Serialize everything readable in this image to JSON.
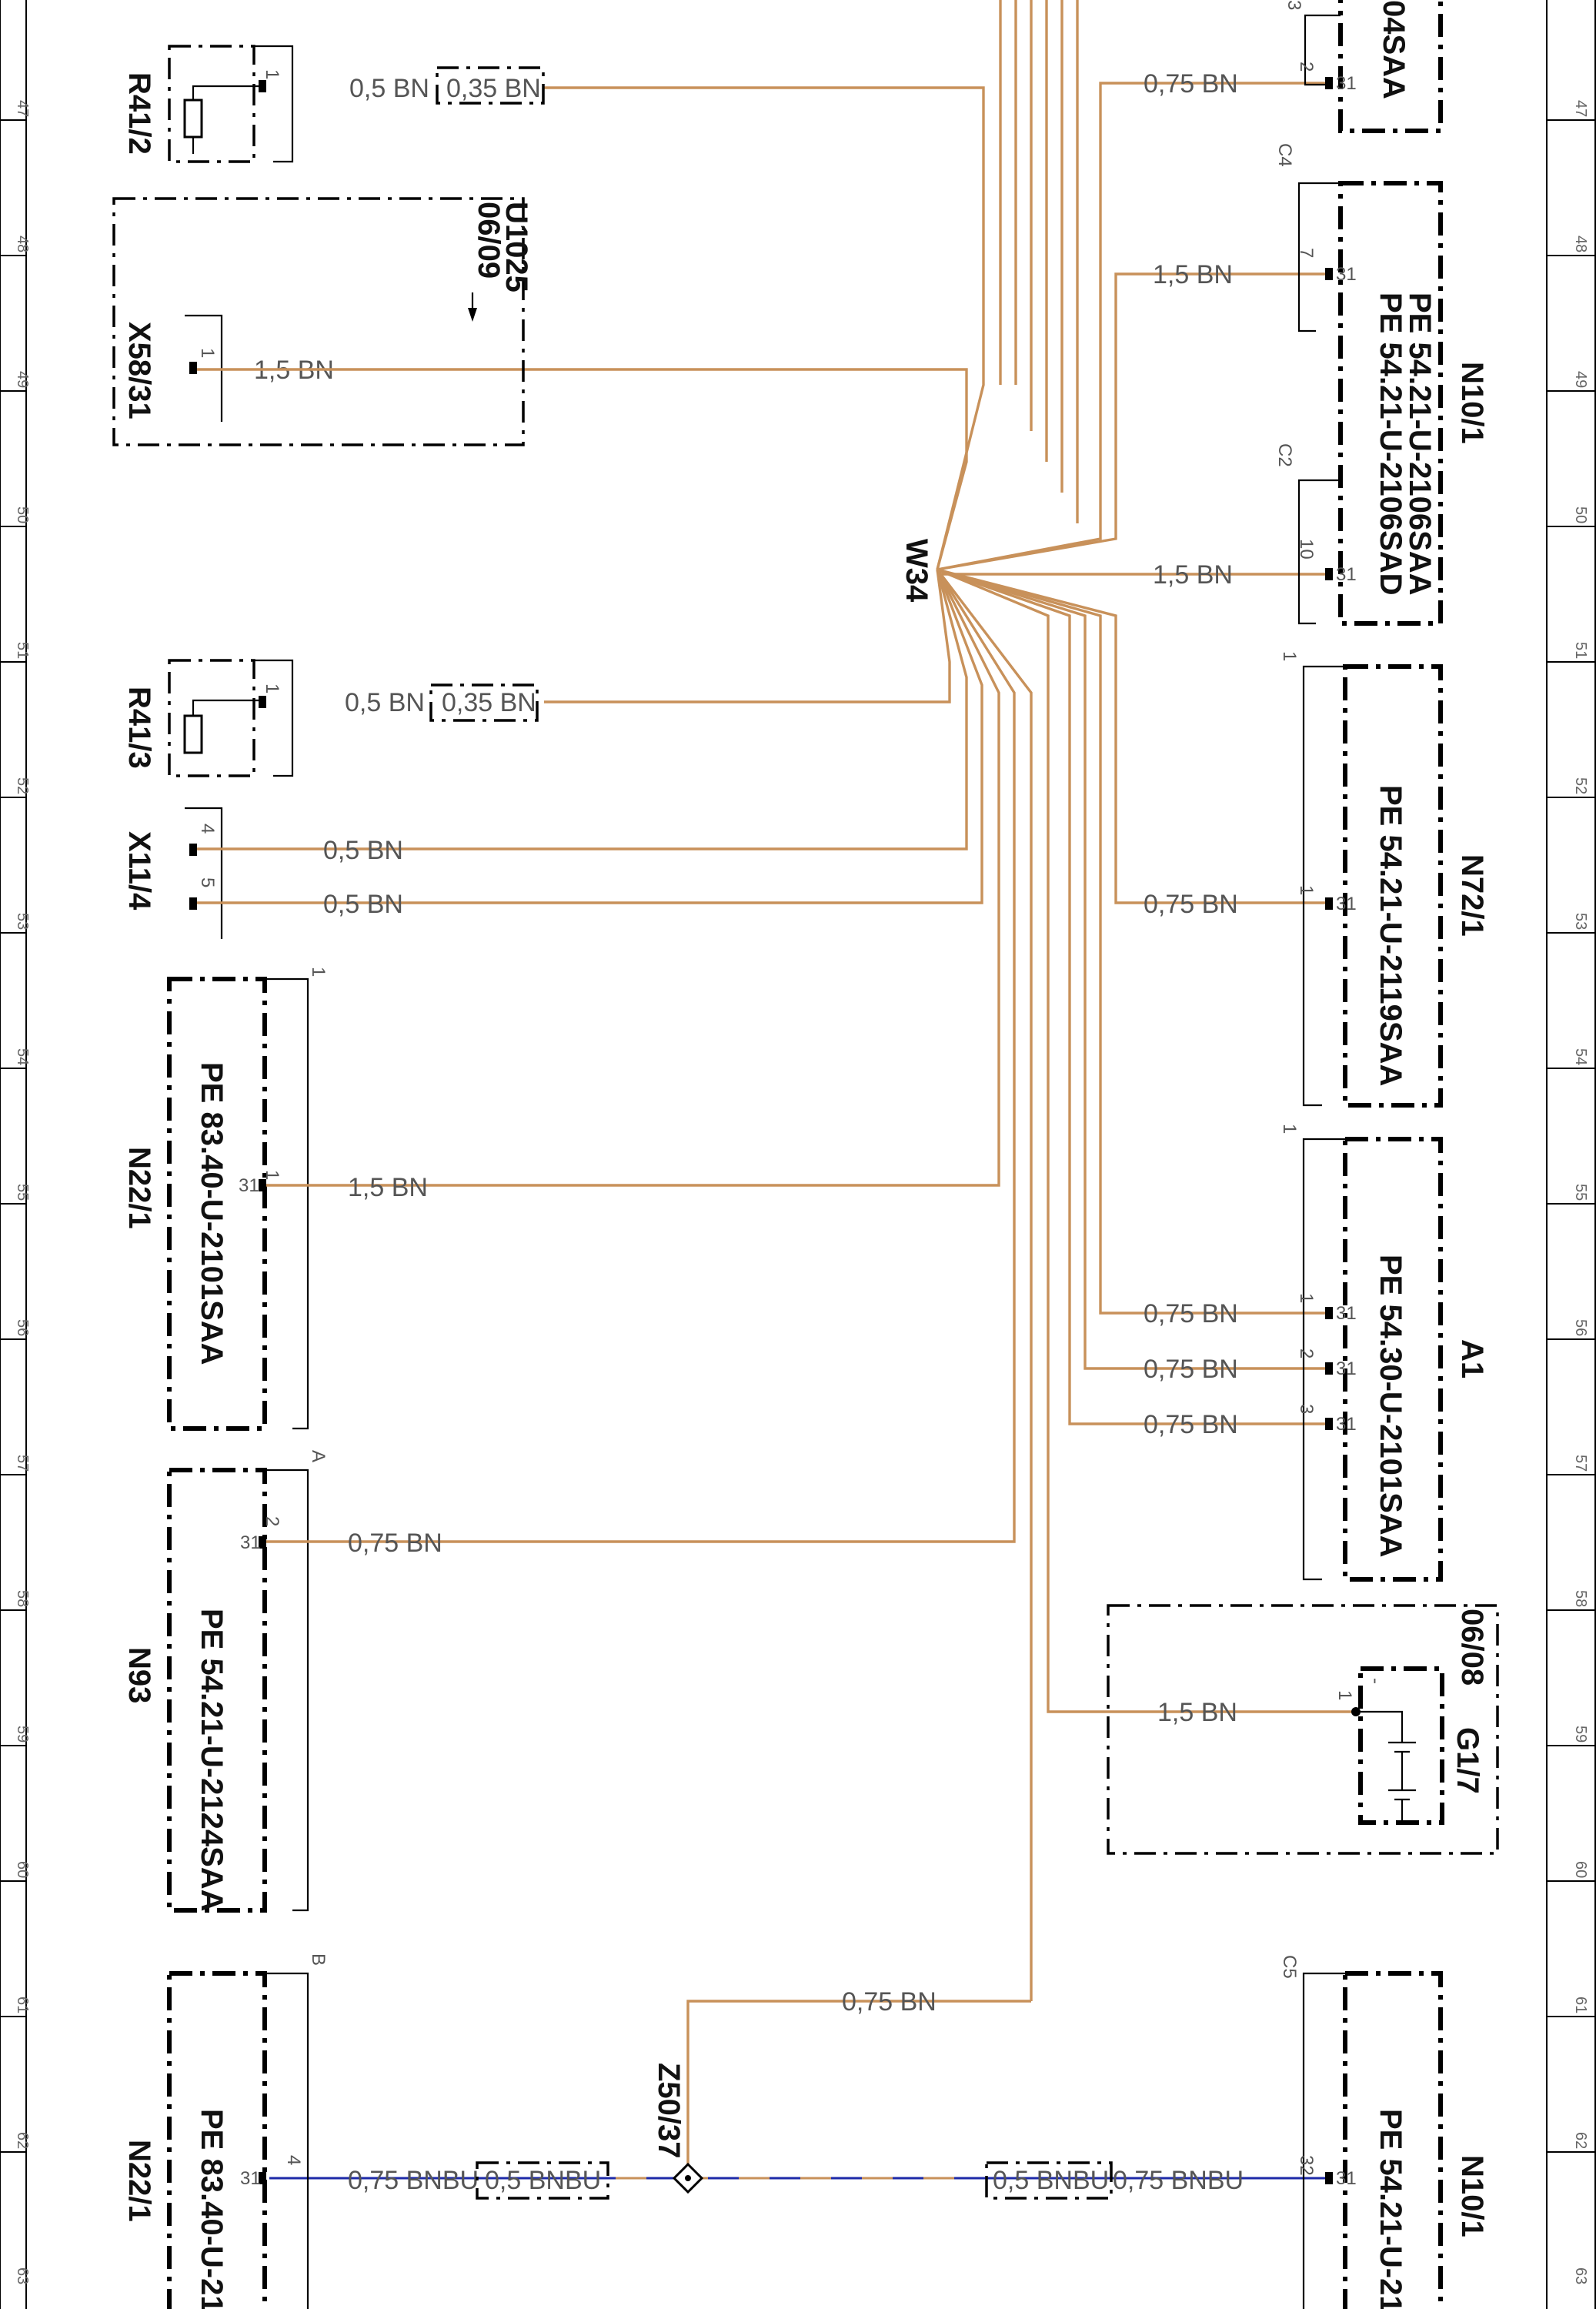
{
  "ruler_rows": [
    "47",
    "48",
    "49",
    "50",
    "51",
    "52",
    "53",
    "54",
    "55",
    "56",
    "57",
    "58",
    "59",
    "60",
    "61",
    "62",
    "63"
  ],
  "components": {
    "R41_2": {
      "name": "R41/2",
      "pin": "1",
      "wire": "0,5 BN",
      "splice_wire": "0,35 BN"
    },
    "X58_31": {
      "name": "X58/31",
      "pin": "1",
      "wire": "1,5 BN"
    },
    "U1025": {
      "name": "U1025",
      "ref": "06/09"
    },
    "R41_3": {
      "name": "R41/3",
      "pin": "1",
      "wire": "0,5 BN",
      "splice_wire": "0,35 BN"
    },
    "X11_4": {
      "name": "X11/4",
      "pins": [
        "4",
        "5"
      ],
      "wires": [
        "0,5 BN",
        "0,5 BN"
      ]
    },
    "N22_1_top": {
      "name": "N22/1",
      "pe": "PE 83.40-U-2101SAA",
      "pin": "1",
      "ground": "31",
      "wire": "1,5 BN",
      "conn": "1"
    },
    "N93": {
      "name": "N93",
      "pe": "PE 54.21-U-2124SAA",
      "pin": "2",
      "ground": "31",
      "wire": "0,75 BN",
      "conn": "A"
    },
    "N22_1_bottom": {
      "name": "N22/1",
      "pe": "PE 83.40-U-21",
      "pin": "4",
      "ground": "31",
      "wire": "0,75 BNBU",
      "splice_wire": "0,5 BNBU",
      "conn": "B"
    },
    "W34": {
      "name": "W34"
    },
    "Z50_37": {
      "name": "Z50/37",
      "wire": "0,75 BN"
    },
    "top_right": {
      "name": "04SAA",
      "pin": "2",
      "ground": "31",
      "wire": "0,75 BN",
      "conn": "3"
    },
    "N10_1": {
      "name": "N10/1",
      "pe1": "PE 54.21-U-2106SAA",
      "pe2": "PE 54.21-U-2106SAD",
      "conn1": "C4",
      "pin1": "7",
      "wire1": "1,5 BN",
      "conn2": "C2",
      "pin2": "10",
      "wire2": "1,5 BN",
      "ground": "31"
    },
    "N72_1": {
      "name": "N72/1",
      "pe": "PE 54.21-U-2119SAA",
      "pin": "1",
      "ground": "31",
      "wire": "0,75 BN",
      "conn": "1"
    },
    "A1": {
      "name": "A1",
      "pe": "PE 54.30-U-2101SAA",
      "pins": [
        "1",
        "2",
        "3"
      ],
      "ground": "31",
      "wires": [
        "0,75 BN",
        "0,75 BN",
        "0,75 BN"
      ],
      "conn": "1"
    },
    "G1_7": {
      "name": "G1/7",
      "ref": "06/08",
      "pin": "1",
      "polarity": "-",
      "wire": "1,5 BN"
    },
    "N10_1_bottom": {
      "name": "N10/1",
      "pe": "PE 54.21-U-210",
      "pin": "32",
      "ground": "31",
      "wire": "0,75 BNBU",
      "splice_wire": "0,5 BNBU",
      "conn": "C5"
    }
  },
  "colors": {
    "wire_bn": "#c8915a",
    "wire_bnbu": "#1e2aa8"
  }
}
